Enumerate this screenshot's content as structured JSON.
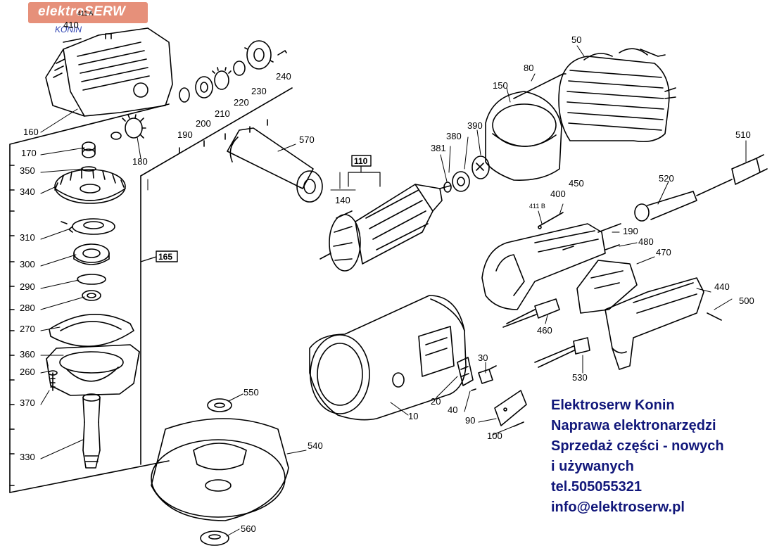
{
  "logo": {
    "text": "elektroSERW",
    "subtitle": "KONIN"
  },
  "info": {
    "line1": "Elektroserw Konin",
    "line2": "Naprawa elektronarzędzi",
    "line3": "Sprzedaż części - nowych",
    "line4": "i używanych",
    "phone": "tel.505055321",
    "email": "info@elektroserw.pl"
  },
  "labels": {
    "p10": "10",
    "p20": "20",
    "p30": "30",
    "p40": "40",
    "p50": "50",
    "p80": "80",
    "p90": "90",
    "p100": "100",
    "p110": "110",
    "p140": "140",
    "p150": "150",
    "p160": "160",
    "p165": "165",
    "p170": "170",
    "p180": "180",
    "p190a": "190",
    "p190b": "190",
    "p200": "200",
    "p210": "210",
    "p220": "220",
    "p230": "230",
    "p240": "240",
    "p260": "260",
    "p270": "270",
    "p280": "280",
    "p290": "290",
    "p300": "300",
    "p310": "310",
    "p330": "330",
    "p340": "340",
    "p350": "350",
    "p360": "360",
    "p370": "370",
    "p380": "380",
    "p381": "381",
    "p390": "390",
    "p400": "400",
    "p410": "410",
    "p411a": "411 A",
    "p411b": "411 B",
    "p440": "440",
    "p450": "450",
    "p460": "460",
    "p470": "470",
    "p480": "480",
    "p500": "500",
    "p510": "510",
    "p520": "520",
    "p530": "530",
    "p540": "540",
    "p550": "550",
    "p560": "560",
    "p570": "570"
  },
  "colors": {
    "logo_bg": "#e6907a",
    "info_text": "#11177a",
    "line": "#000000"
  }
}
